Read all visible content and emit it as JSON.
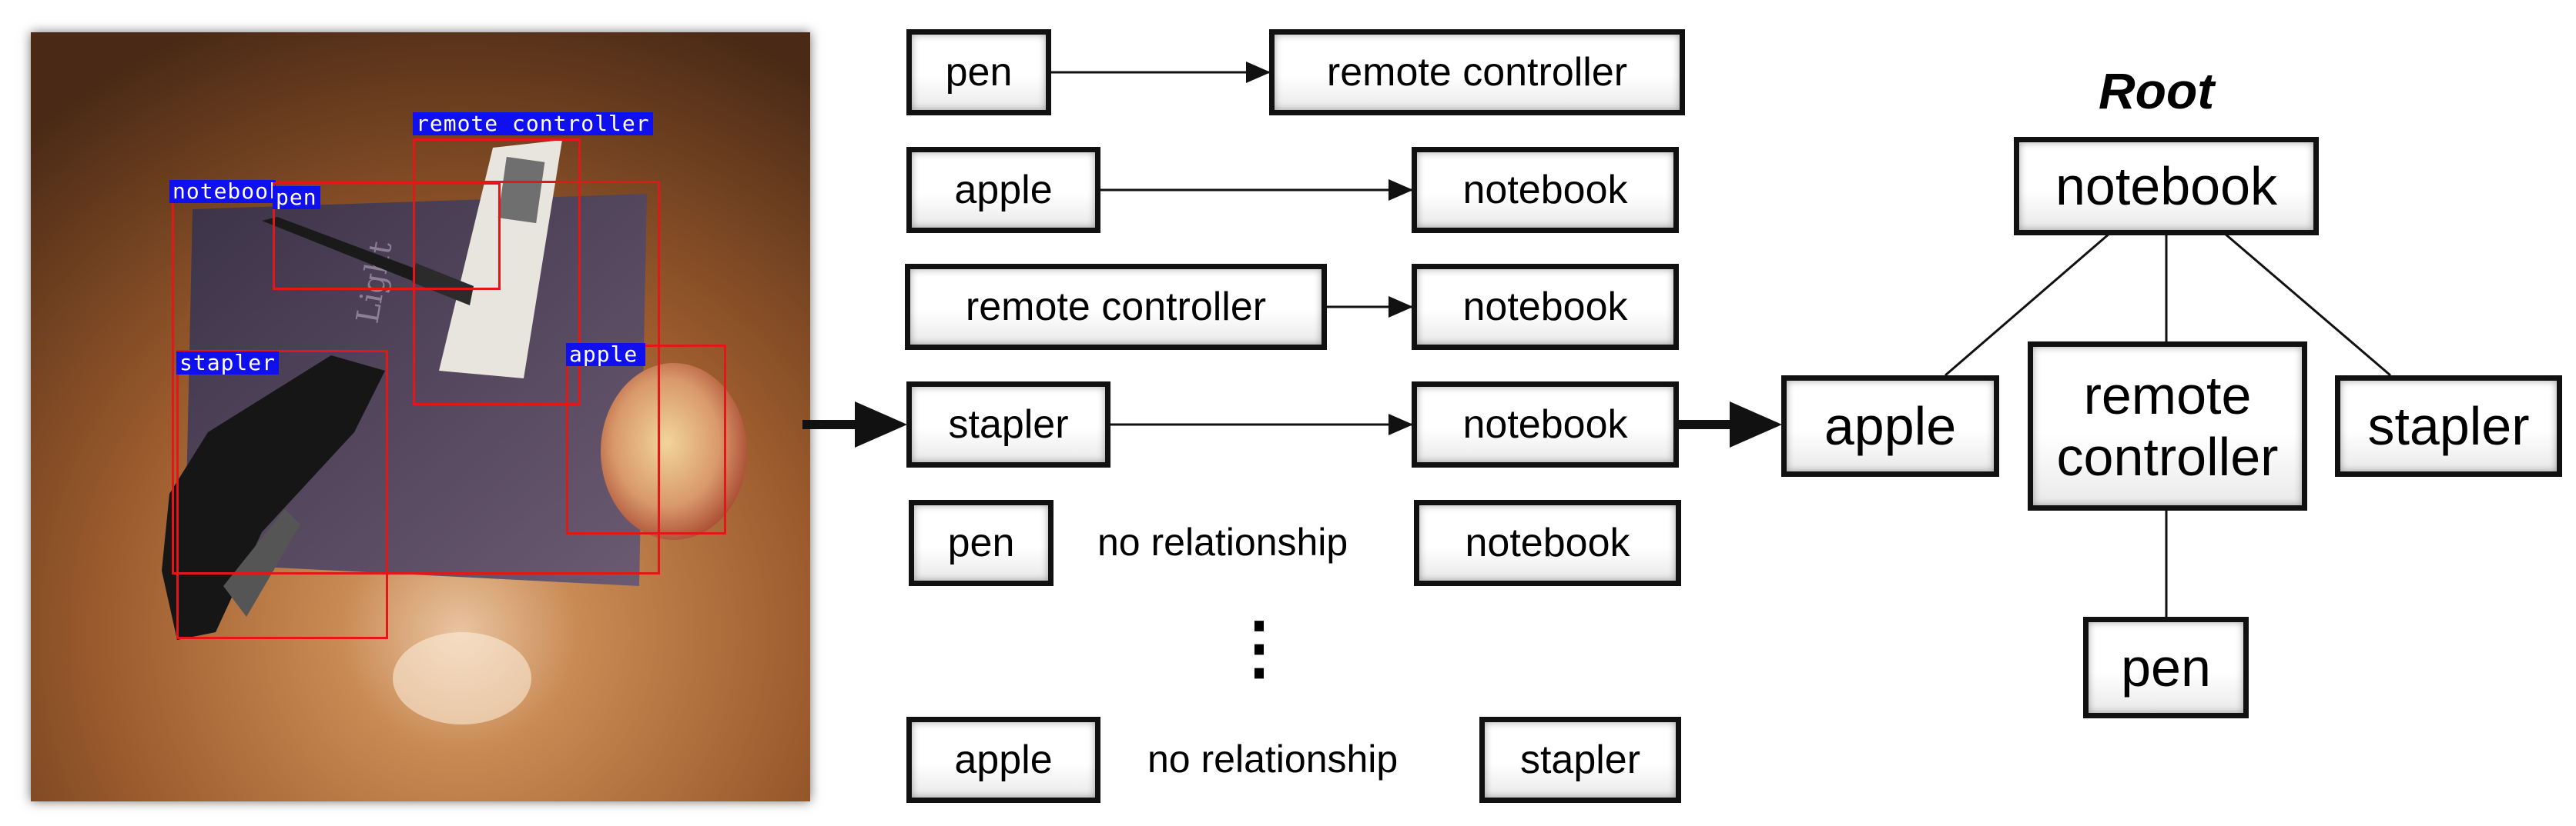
{
  "colors": {
    "box_border": "#111111",
    "detection_box": "#e21818",
    "detection_label_bg": "#1010ee",
    "detection_label_text": "#ffffff"
  },
  "photo": {
    "description_icon": "photo-of-desk-objects",
    "detections": [
      {
        "label": "remote controller"
      },
      {
        "label": "notebook"
      },
      {
        "label": "pen"
      },
      {
        "label": "stapler"
      },
      {
        "label": "apple"
      }
    ]
  },
  "pairs": [
    {
      "subject": "pen",
      "object": "remote controller",
      "relation": ""
    },
    {
      "subject": "apple",
      "object": "notebook",
      "relation": ""
    },
    {
      "subject": "remote controller",
      "object": "notebook",
      "relation": ""
    },
    {
      "subject": "stapler",
      "object": "notebook",
      "relation": ""
    },
    {
      "subject": "pen",
      "object": "notebook",
      "relation": "no relationship"
    },
    {
      "subject": "apple",
      "object": "stapler",
      "relation": "no relationship"
    }
  ],
  "ellipsis": "⋮",
  "tree": {
    "root_label": "Root",
    "root": "notebook",
    "children": [
      "apple",
      "remote controller",
      "stapler"
    ],
    "grandchild": "pen"
  }
}
